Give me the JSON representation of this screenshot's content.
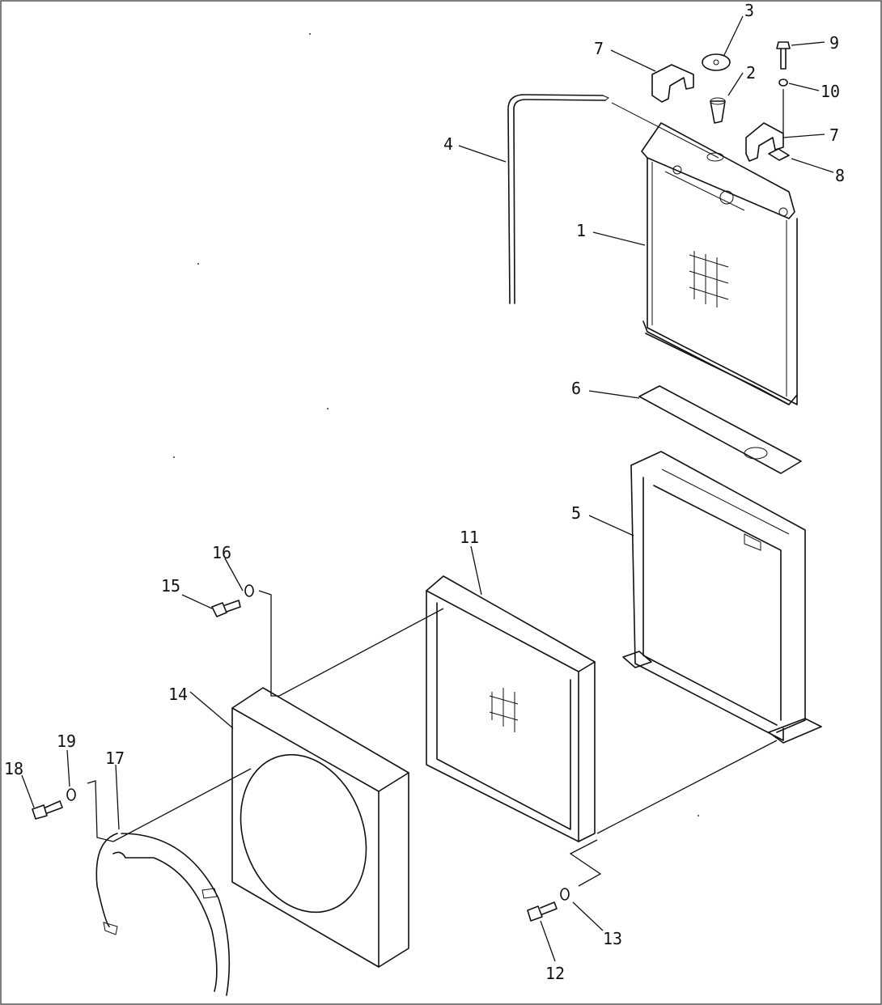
{
  "callouts": [
    {
      "id": "c1",
      "label": "1"
    },
    {
      "id": "c2",
      "label": "2"
    },
    {
      "id": "c3",
      "label": "3"
    },
    {
      "id": "c4",
      "label": "4"
    },
    {
      "id": "c5",
      "label": "5"
    },
    {
      "id": "c6",
      "label": "6"
    },
    {
      "id": "c7a",
      "label": "7"
    },
    {
      "id": "c7b",
      "label": "7"
    },
    {
      "id": "c8",
      "label": "8"
    },
    {
      "id": "c9",
      "label": "9"
    },
    {
      "id": "c10",
      "label": "10"
    },
    {
      "id": "c11",
      "label": "11"
    },
    {
      "id": "c12",
      "label": "12"
    },
    {
      "id": "c13",
      "label": "13"
    },
    {
      "id": "c14",
      "label": "14"
    },
    {
      "id": "c15",
      "label": "15"
    },
    {
      "id": "c16",
      "label": "16"
    },
    {
      "id": "c17",
      "label": "17"
    },
    {
      "id": "c18",
      "label": "18"
    },
    {
      "id": "c19",
      "label": "19"
    }
  ]
}
